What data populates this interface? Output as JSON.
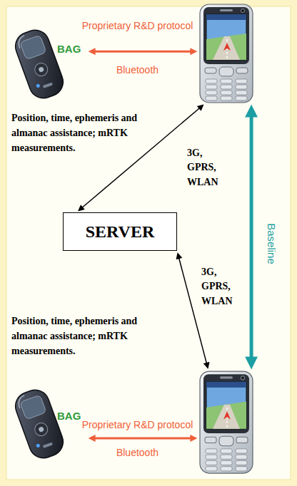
{
  "diagram": {
    "nodes": [
      {
        "text": [
          "BAG"
        ]
      },
      {
        "text": []
      },
      {
        "text": [
          "SERVER"
        ]
      },
      {
        "text": [
          "BAG"
        ]
      },
      {
        "text": []
      }
    ],
    "edges": [
      {
        "from": 0,
        "to": 1,
        "arrow": "both",
        "label": "Proprietary R&D protocol"
      },
      {
        "from": 1,
        "to": 2,
        "arrow": "both",
        "label": "3G, GPRS, WLAN"
      },
      {
        "from": 2,
        "to": 4,
        "arrow": "both",
        "label": "3G, GPRS, WLAN"
      },
      {
        "from": 1,
        "to": 4,
        "arrow": "both",
        "label": "Baseline"
      },
      {
        "from": 3,
        "to": 4,
        "arrow": "both",
        "label": "Proprietary R&D protocol"
      }
    ],
    "labels": [
      "Bluetooth",
      "Position, time, ephemeris and almanac assistance; mRTK measurements.",
      "Position, time, ephemeris and almanac assistance; mRTK measurements.",
      "Bluetooth"
    ]
  }
}
